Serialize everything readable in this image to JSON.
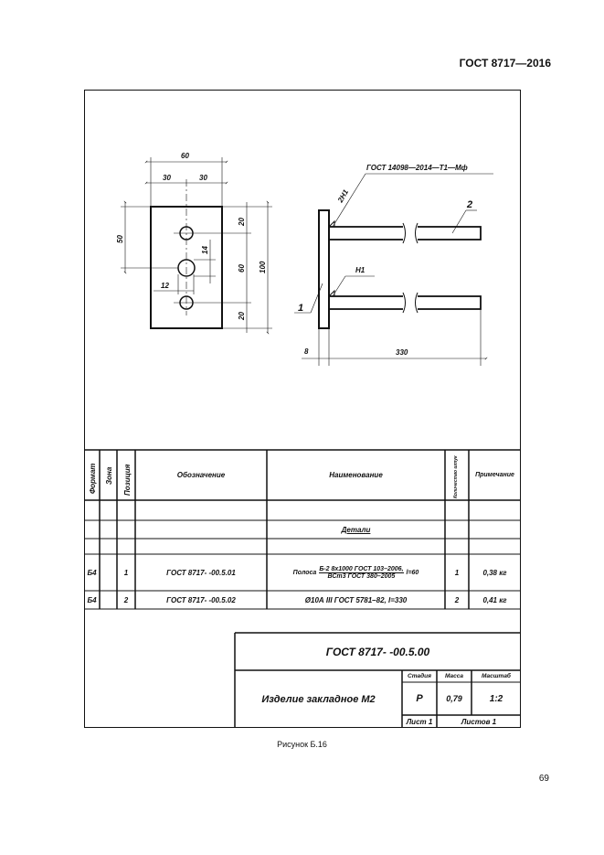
{
  "header": {
    "doc_number": "ГОСТ 8717—2016"
  },
  "drawing": {
    "dims": {
      "w60": "60",
      "w30a": "30",
      "w30b": "30",
      "h50": "50",
      "h20a": "20",
      "h60": "60",
      "h20b": "20",
      "h100": "100",
      "d14": "14",
      "d12": "12",
      "t8": "8",
      "l330": "330"
    },
    "weld_note": "ГОСТ 14098—2014—Т1—Мф",
    "weld_label": "2Н1",
    "h1_label": "Н1",
    "pos1": "1",
    "pos2": "2"
  },
  "spec": {
    "headers": {
      "format": "Формат",
      "zone": "Зона",
      "pos": "Позиция",
      "designation": "Обозначение",
      "name": "Наименование",
      "qty": "Количество штук",
      "note": "Примечание"
    },
    "section": "Детали",
    "rows": [
      {
        "format": "Б4",
        "pos": "1",
        "designation": "ГОСТ 8717- -00.5.01",
        "name_prefix": "Полоса",
        "name_top": "Б-2 8х1000 ГОСТ 103–2006,",
        "name_bottom": "ВСт3   ГОСТ 380–2005",
        "name_suffix": "l=60",
        "qty": "1",
        "note": "0,38 кг"
      },
      {
        "format": "Б4",
        "pos": "2",
        "designation": "ГОСТ 8717- -00.5.02",
        "name": "Ø10А III ГОСТ 5781–82, l=330",
        "qty": "2",
        "note": "0,41 кг"
      }
    ]
  },
  "title_block": {
    "doc_code": "ГОСТ 8717- -00.5.00",
    "product_name": "Изделие закладное М2",
    "stage_label": "Стадия",
    "mass_label": "Масса",
    "scale_label": "Масштаб",
    "stage": "Р",
    "mass": "0,79",
    "scale": "1:2",
    "sheet": "Лист 1",
    "sheets": "Листов 1"
  },
  "caption": "Рисунок Б.16",
  "page_number": "69"
}
